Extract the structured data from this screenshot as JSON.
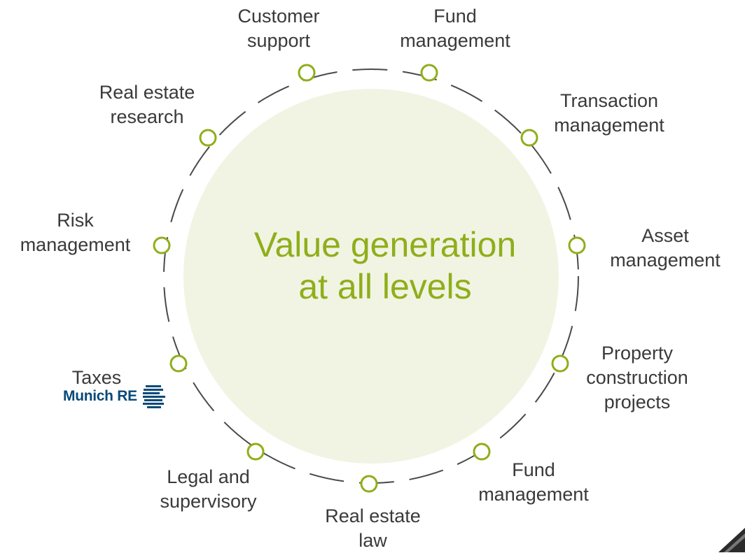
{
  "center": {
    "title": "Value generation\nat all levels"
  },
  "nodes": [
    {
      "label": "Customer\nsupport"
    },
    {
      "label": "Fund\nmanagement"
    },
    {
      "label": "Transaction\nmanagement"
    },
    {
      "label": "Asset\nmanagement"
    },
    {
      "label": "Property\nconstruction\nprojects"
    },
    {
      "label": "Fund\nmanagement"
    },
    {
      "label": "Real estate\nlaw"
    },
    {
      "label": "Legal and\nsupervisory"
    },
    {
      "label": "Taxes"
    },
    {
      "label": "Risk\nmanagement"
    },
    {
      "label": "Real estate\nresearch"
    }
  ],
  "logo": {
    "text": "Munich RE"
  },
  "colors": {
    "accent": "#8fae1b",
    "center_fill": "#f1f4e3",
    "ring_stroke": "#4a4a4a",
    "text": "#3a3a3a",
    "logo": "#0a4a78"
  }
}
